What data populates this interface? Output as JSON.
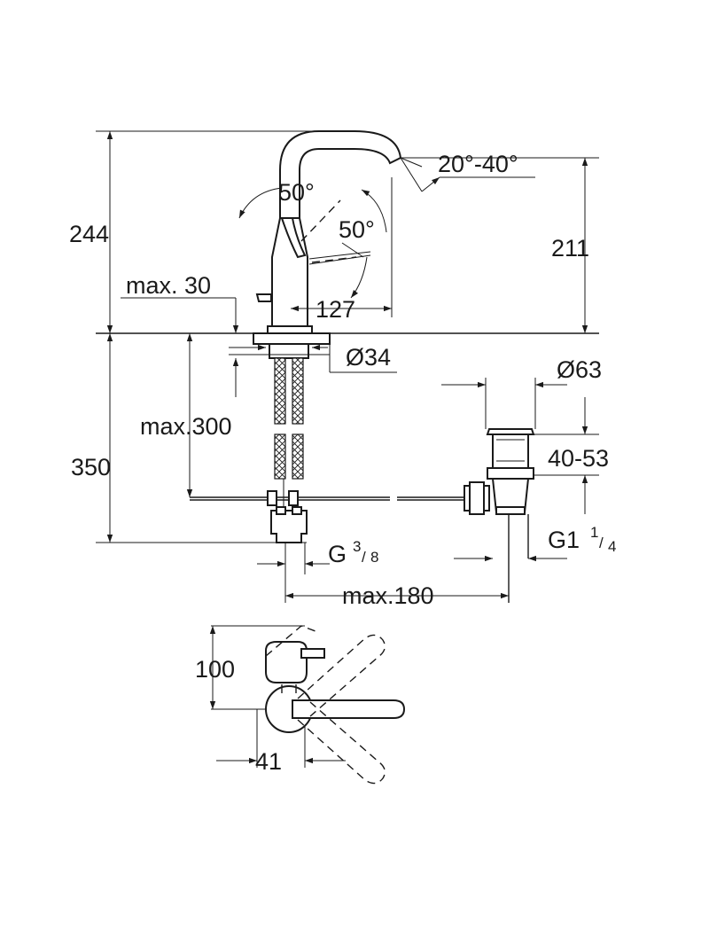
{
  "dimensions": {
    "total_height": "244",
    "spout_height": "211",
    "deck_thickness": "max. 30",
    "spout_reach": "127",
    "swivel_angle_left": "50°",
    "swivel_angle_right": "50°",
    "spout_angle": "20°-40°",
    "hole_diameter": "Ø34",
    "waste_diameter": "Ø63",
    "waste_adjust": "40-53",
    "hose_length": "max.300",
    "under_deck": "350",
    "inlet_thread": "G",
    "inlet_thread_num": "3",
    "inlet_thread_den": "8",
    "waste_thread": "G1",
    "waste_thread_num": "1",
    "waste_thread_den": "4",
    "rod_length": "max.180",
    "top_depth": "100",
    "top_width": "41"
  },
  "icons": [
    "dimension-arrow",
    "hose-hatch"
  ]
}
